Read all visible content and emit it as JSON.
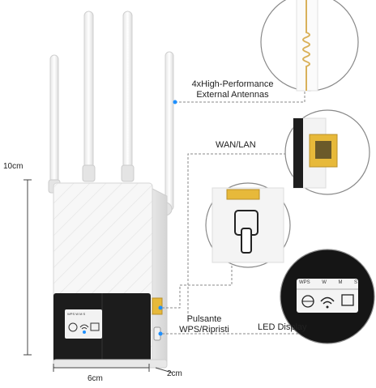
{
  "callouts": {
    "antennas_line1": "4xHigh-Performance",
    "antennas_line2": "External Antennas",
    "wan_lan": "WAN/LAN",
    "wps_line1": "Pulsante",
    "wps_line2": "WPS/Ripristi",
    "led_display": "LED Display"
  },
  "dimensions": {
    "height": "10cm",
    "width": "6cm",
    "depth": "2cm"
  },
  "led_panel": {
    "labels": [
      "WPS",
      "W",
      "M",
      "S"
    ],
    "icons": [
      "globe-icon",
      "wifi-icon",
      "ethernet-icon"
    ]
  },
  "colors": {
    "body": "#f4f4f4",
    "front_panel": "#1c1c1c",
    "port_yellow": "#e7b93a",
    "leader": "#8a8a8a",
    "accent_dot": "#1e90ff"
  }
}
